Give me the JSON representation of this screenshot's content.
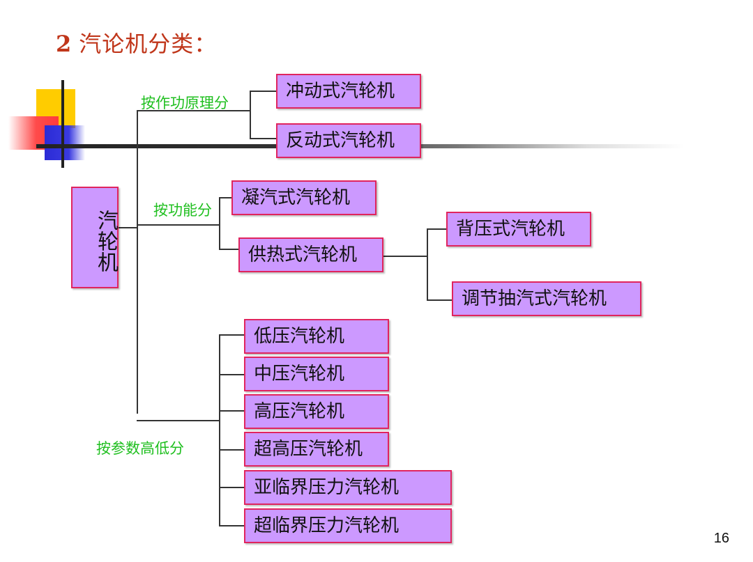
{
  "slide": {
    "title_number": "2",
    "title_text": "汽论机分类：",
    "page_number": "16"
  },
  "root": {
    "label": "汽轮机"
  },
  "categories": [
    {
      "label": "按作功原理分",
      "children": [
        "冲动式汽轮机",
        "反动式汽轮机"
      ]
    },
    {
      "label": "按功能分",
      "children": [
        "凝汽式汽轮机",
        "供热式汽轮机"
      ],
      "sub_children_of_供热式汽轮机": [
        "背压式汽轮机",
        "调节抽汽式汽轮机"
      ]
    },
    {
      "label": "按参数高低分",
      "children": [
        "低压汽轮机",
        "中压汽轮机",
        "高压汽轮机",
        "超高压汽轮机",
        "亚临界压力汽轮机",
        "超临界压力汽轮机"
      ]
    }
  ],
  "colors": {
    "node_fill": "#cc99ff",
    "node_border": "#e0245e",
    "category_text": "#1fbf1f",
    "title": "#c0361a"
  }
}
